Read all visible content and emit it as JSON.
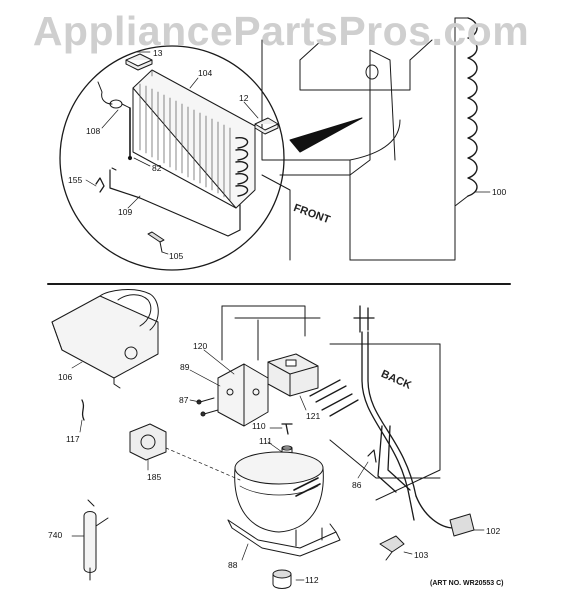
{
  "watermark": "AppliancePartsPros.com",
  "labels": {
    "front": "FRONT",
    "back": "BACK",
    "art_no": "(ART NO. WR20553 C)"
  },
  "callouts": [
    "13",
    "104",
    "12",
    "108",
    "82",
    "155",
    "109",
    "105",
    "100",
    "106",
    "117",
    "120",
    "89",
    "87",
    "110",
    "121",
    "111",
    "185",
    "86",
    "740",
    "88",
    "112",
    "103",
    "102"
  ]
}
